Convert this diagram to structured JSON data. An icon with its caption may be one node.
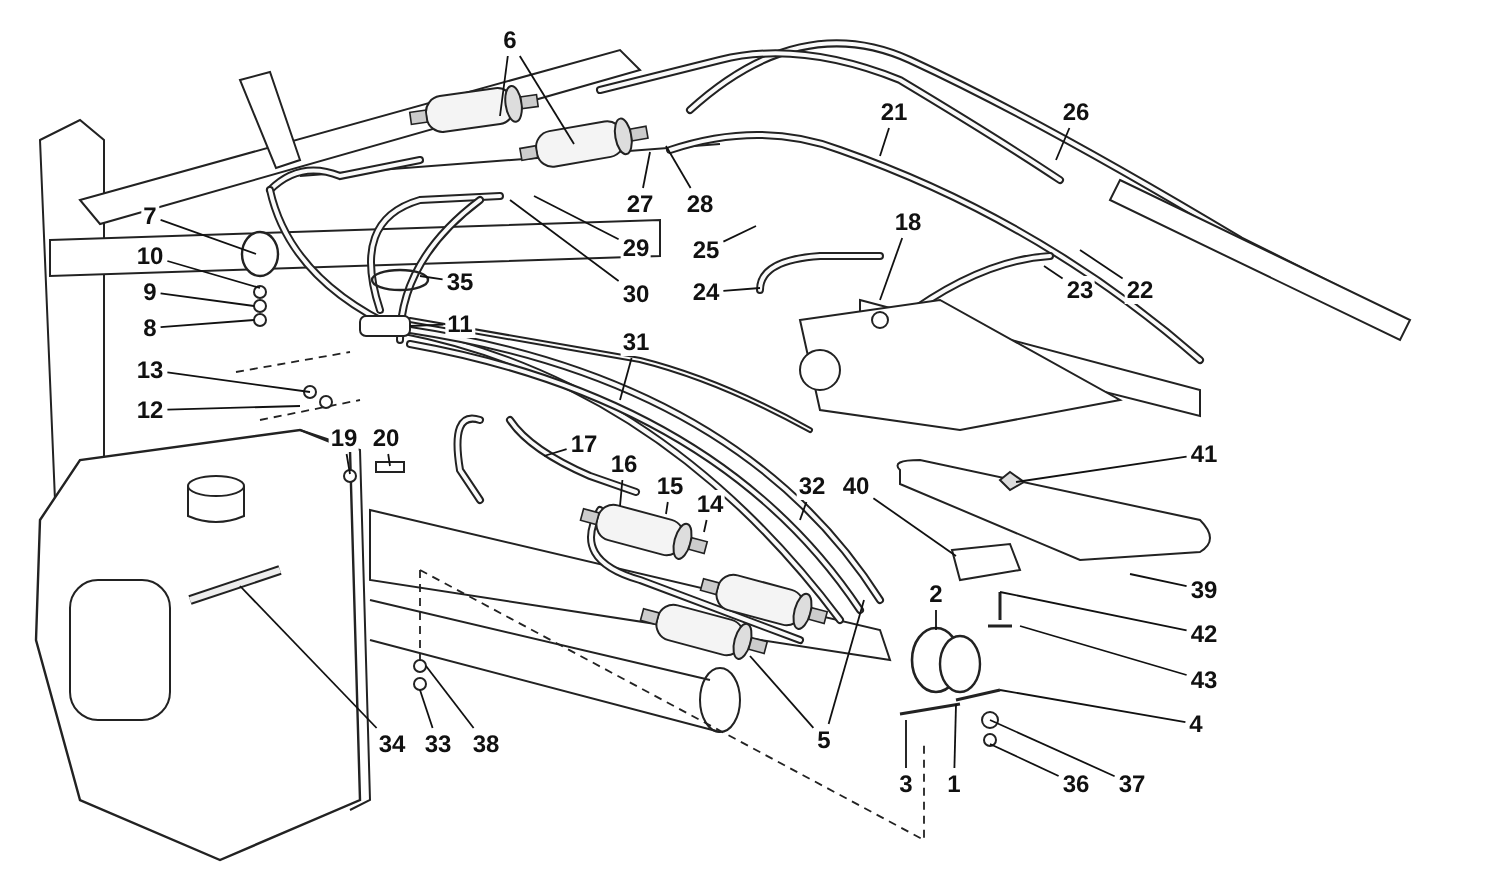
{
  "diagram": {
    "nodes": [
      {
        "text": [
          "6"
        ]
      },
      {
        "text": [
          "21"
        ]
      },
      {
        "text": [
          "26"
        ]
      },
      {
        "text": [
          "27"
        ]
      },
      {
        "text": [
          "28"
        ]
      },
      {
        "text": [
          "7"
        ]
      },
      {
        "text": [
          "10"
        ]
      },
      {
        "text": [
          "18"
        ]
      },
      {
        "text": [
          "29"
        ]
      },
      {
        "text": [
          "25"
        ]
      },
      {
        "text": [
          "22"
        ]
      },
      {
        "text": [
          "23"
        ]
      },
      {
        "text": [
          "9"
        ]
      },
      {
        "text": [
          "35"
        ]
      },
      {
        "text": [
          "30"
        ]
      },
      {
        "text": [
          "24"
        ]
      },
      {
        "text": [
          "8"
        ]
      },
      {
        "text": [
          "11"
        ]
      },
      {
        "text": [
          "31"
        ]
      },
      {
        "text": [
          "13"
        ]
      },
      {
        "text": [
          "12"
        ]
      },
      {
        "text": [
          "19"
        ]
      },
      {
        "text": [
          "20"
        ]
      },
      {
        "text": [
          "17"
        ]
      },
      {
        "text": [
          "41"
        ]
      },
      {
        "text": [
          "16"
        ]
      },
      {
        "text": [
          "15"
        ]
      },
      {
        "text": [
          "14"
        ]
      },
      {
        "text": [
          "32"
        ]
      },
      {
        "text": [
          "40"
        ]
      },
      {
        "text": [
          "39"
        ]
      },
      {
        "text": [
          "2"
        ]
      },
      {
        "text": [
          "42"
        ]
      },
      {
        "text": [
          "43"
        ]
      },
      {
        "text": [
          "4"
        ]
      },
      {
        "text": [
          "5"
        ]
      },
      {
        "text": [
          "34"
        ]
      },
      {
        "text": [
          "33"
        ]
      },
      {
        "text": [
          "38"
        ]
      },
      {
        "text": [
          "3"
        ]
      },
      {
        "text": [
          "1"
        ]
      },
      {
        "text": [
          "36"
        ]
      },
      {
        "text": [
          "37"
        ]
      }
    ],
    "edges": [
      {
        "from": 0,
        "to": null,
        "arrow": "none"
      },
      {
        "from": 0,
        "to": null,
        "arrow": "none"
      },
      {
        "from": 1,
        "to": null,
        "arrow": "none"
      },
      {
        "from": 2,
        "to": null,
        "arrow": "none"
      },
      {
        "from": 3,
        "to": null,
        "arrow": "none"
      },
      {
        "from": 4,
        "to": null,
        "arrow": "none"
      },
      {
        "from": 5,
        "to": null,
        "arrow": "none"
      },
      {
        "from": 6,
        "to": null,
        "arrow": "none"
      },
      {
        "from": 7,
        "to": null,
        "arrow": "none"
      },
      {
        "from": 8,
        "to": null,
        "arrow": "none"
      },
      {
        "from": 9,
        "to": null,
        "arrow": "none"
      },
      {
        "from": 10,
        "to": null,
        "arrow": "none"
      },
      {
        "from": 11,
        "to": null,
        "arrow": "none"
      },
      {
        "from": 12,
        "to": null,
        "arrow": "none"
      },
      {
        "from": 13,
        "to": null,
        "arrow": "none"
      },
      {
        "from": 14,
        "to": null,
        "arrow": "none"
      },
      {
        "from": 15,
        "to": null,
        "arrow": "none"
      },
      {
        "from": 16,
        "to": null,
        "arrow": "none"
      },
      {
        "from": 17,
        "to": null,
        "arrow": "none"
      },
      {
        "from": 18,
        "to": null,
        "arrow": "none"
      },
      {
        "from": 19,
        "to": null,
        "arrow": "none"
      },
      {
        "from": 20,
        "to": null,
        "arrow": "none"
      },
      {
        "from": 21,
        "to": null,
        "arrow": "none"
      },
      {
        "from": 22,
        "to": null,
        "arrow": "none"
      },
      {
        "from": 23,
        "to": null,
        "arrow": "none"
      },
      {
        "from": 24,
        "to": null,
        "arrow": "none"
      },
      {
        "from": 25,
        "to": null,
        "arrow": "none"
      },
      {
        "from": 26,
        "to": null,
        "arrow": "none"
      },
      {
        "from": 27,
        "to": null,
        "arrow": "none"
      },
      {
        "from": 28,
        "to": null,
        "arrow": "none"
      },
      {
        "from": 29,
        "to": null,
        "arrow": "none"
      },
      {
        "from": 30,
        "to": null,
        "arrow": "none"
      },
      {
        "from": 31,
        "to": null,
        "arrow": "none"
      },
      {
        "from": 32,
        "to": null,
        "arrow": "none"
      },
      {
        "from": 33,
        "to": null,
        "arrow": "none"
      },
      {
        "from": 34,
        "to": null,
        "arrow": "none"
      },
      {
        "from": 35,
        "to": null,
        "arrow": "none"
      },
      {
        "from": 35,
        "to": null,
        "arrow": "none"
      },
      {
        "from": 36,
        "to": null,
        "arrow": "none"
      },
      {
        "from": 37,
        "to": null,
        "arrow": "none"
      },
      {
        "from": 38,
        "to": null,
        "arrow": "none"
      },
      {
        "from": 39,
        "to": null,
        "arrow": "none"
      },
      {
        "from": 40,
        "to": null,
        "arrow": "none"
      },
      {
        "from": 41,
        "to": null,
        "arrow": "none"
      },
      {
        "from": 42,
        "to": null,
        "arrow": "none"
      }
    ]
  }
}
